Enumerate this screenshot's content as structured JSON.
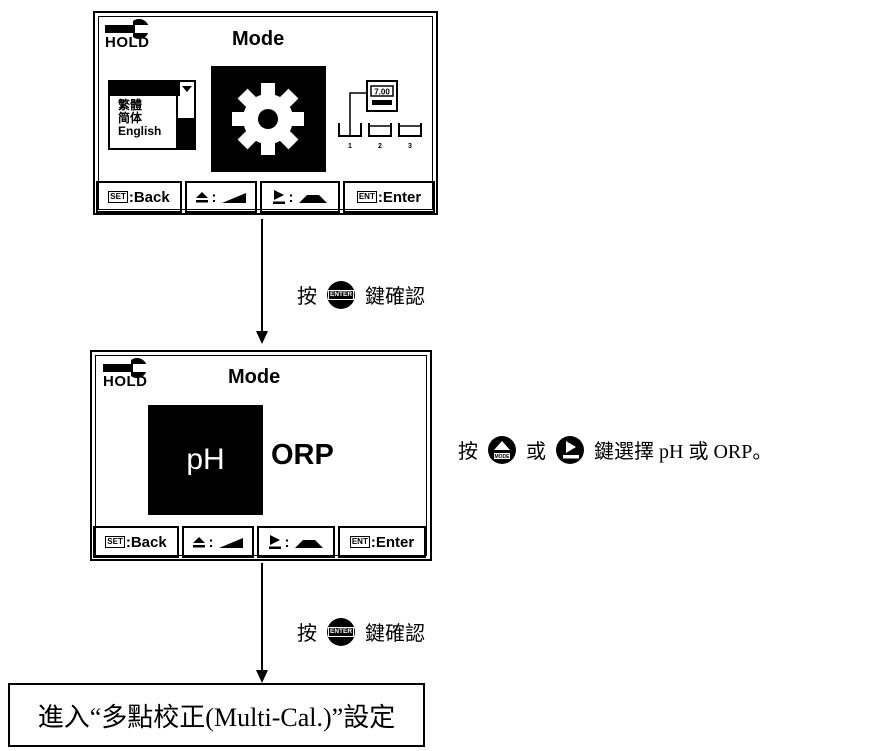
{
  "screen1": {
    "hold_label": "HOLD",
    "title": "Mode",
    "languages": [
      "繁體",
      "简体",
      "English"
    ],
    "icons": [
      "wrench-icon",
      "gear-icon",
      "meter-tanks-icon"
    ],
    "meter_display": "7.00",
    "tank_labels": [
      "1",
      "2",
      "3"
    ],
    "buttons": [
      {
        "key": "SET",
        "label": ":Back"
      },
      {
        "key": "",
        "label": ":"
      },
      {
        "key": "",
        "label": ":"
      },
      {
        "key": "ENT",
        "label": ":Enter"
      }
    ]
  },
  "step1": {
    "prefix": "按",
    "key_label": "ENTER",
    "suffix": "鍵確認"
  },
  "screen2": {
    "hold_label": "HOLD",
    "title": "Mode",
    "option_selected": "pH",
    "option_other": "ORP",
    "buttons": [
      {
        "key": "SET",
        "label": ":Back"
      },
      {
        "key": "",
        "label": ":"
      },
      {
        "key": "",
        "label": ":"
      },
      {
        "key": "ENT",
        "label": ":Enter"
      }
    ]
  },
  "side_note": {
    "prefix": "按",
    "key1_label": "MODE",
    "middle": "或",
    "suffix": "鍵選擇 pH 或 ORP。"
  },
  "step2": {
    "prefix": "按",
    "key_label": "ENTER",
    "suffix": "鍵確認"
  },
  "final": {
    "text": "進入“多點校正(Multi-Cal.)”設定"
  }
}
